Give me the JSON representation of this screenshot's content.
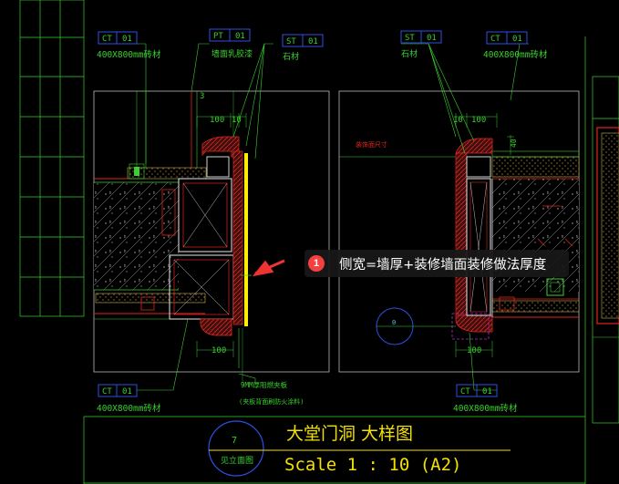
{
  "drawing": {
    "title": "大堂门洞 大样图",
    "scale": "Scale 1 : 10 (A2)",
    "callout_number": "7",
    "callout_label": "见立面图",
    "colors": {
      "background": "#000000",
      "linework": "#39d12e",
      "accent": "#f2e000",
      "section": "#e3241b",
      "callout": "#2f4fe0"
    }
  },
  "tags": {
    "ct_tl": {
      "code": "CT",
      "number": "01",
      "desc": "400X800mm砖材"
    },
    "pt": {
      "code": "PT",
      "number": "01",
      "desc": "墙面乳胶漆"
    },
    "st_left": {
      "code": "ST",
      "number": "01",
      "desc": "石材"
    },
    "st_right": {
      "code": "ST",
      "number": "01",
      "desc": "石材"
    },
    "ct_tr": {
      "code": "CT",
      "number": "01",
      "desc": "400X800mm砖材"
    },
    "ct_bl": {
      "code": "CT",
      "number": "01",
      "desc": "400X800mm砖材"
    },
    "ct_br": {
      "code": "CT",
      "number": "01",
      "desc": "400X800mm砖材"
    }
  },
  "dimensions": {
    "left_top_a": "100",
    "left_top_b": "10",
    "left_bottom": "100",
    "right_top_a": "10",
    "right_top_b": "100",
    "right_bottom": "100",
    "right_side": "40"
  },
  "notes": {
    "board_line1": "9MM厚阻燃夹板",
    "board_line2": "(夹板背面刷防火涂料)",
    "room_note": "装饰面尺寸",
    "grid_mark": "0"
  },
  "annotation": {
    "badge": "1",
    "text": "侧宽=墙厚+装修墙面装修做法厚度"
  }
}
